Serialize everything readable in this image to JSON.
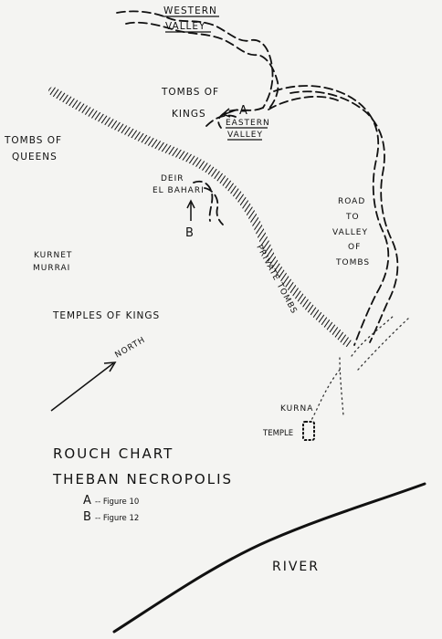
{
  "labels": {
    "western_valley_1": "WESTERN",
    "western_valley_2": "VALLEY",
    "tombs_of_kings_1": "TOMBS OF",
    "tombs_of_kings_2": "KINGS",
    "marker_a": "A",
    "eastern_valley_1": "EASTERN",
    "eastern_valley_2": "VALLEY",
    "tombs_of_queens_1": "TOMBS OF",
    "tombs_of_queens_2": "QUEENS",
    "deir_1": "DEIR",
    "deir_2": "EL BAHARI",
    "marker_b": "B",
    "road_1": "ROAD",
    "road_2": "TO",
    "road_3": "VALLEY",
    "road_4": "OF",
    "road_5": "TOMBS",
    "kurnet_1": "KURNET",
    "kurnet_2": "MURRAI",
    "private_tombs": "PRIVATE TOMBS",
    "temples_of_kings": "TEMPLES OF KINGS",
    "north": "NORTH",
    "kurna": "KURNA",
    "temple": "TEMPLE",
    "river": "RIVER"
  },
  "legend": {
    "title_1": "ROUCH CHART",
    "title_2": "THEBAN NECROPOLIS",
    "key_a_letter": "A",
    "key_a_text": "-- Figure 10",
    "key_b_letter": "B",
    "key_b_text": "-- Figure 12"
  },
  "colors": {
    "ink": "#111111",
    "paper": "#f4f4f2"
  }
}
